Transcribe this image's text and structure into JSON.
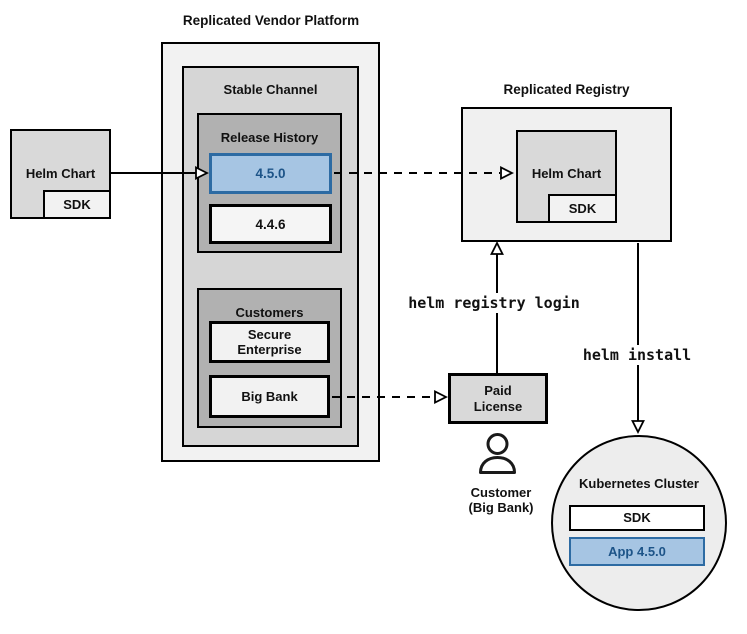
{
  "diagram": {
    "vendor_platform": {
      "title": "Replicated Vendor Platform",
      "stable_channel": {
        "title": "Stable Channel",
        "release_history": {
          "title": "Release History",
          "releases": [
            {
              "version": "4.5.0",
              "highlighted": true
            },
            {
              "version": "4.4.6",
              "highlighted": false
            }
          ]
        },
        "customers": {
          "title": "Customers",
          "items": [
            "Secure\nEnterprise",
            "Big Bank"
          ]
        }
      }
    },
    "helm_chart_source": {
      "label": "Helm Chart",
      "sdk_label": "SDK"
    },
    "registry": {
      "title": "Replicated Registry",
      "helm_chart_label": "Helm Chart",
      "sdk_label": "SDK"
    },
    "commands": {
      "registry_login": "helm registry login",
      "install": "helm install"
    },
    "paid_license": {
      "label": "Paid\nLicense"
    },
    "customer": {
      "line1": "Customer",
      "line2": "(Big Bank)"
    },
    "cluster": {
      "title": "Kubernetes Cluster",
      "sdk_label": "SDK",
      "app_label": "App 4.5.0"
    }
  },
  "colors": {
    "highlight_fill": "#a6c5e3",
    "highlight_border": "#2d6ba3",
    "highlight_text": "#1d5488",
    "line_color": "#000000"
  }
}
